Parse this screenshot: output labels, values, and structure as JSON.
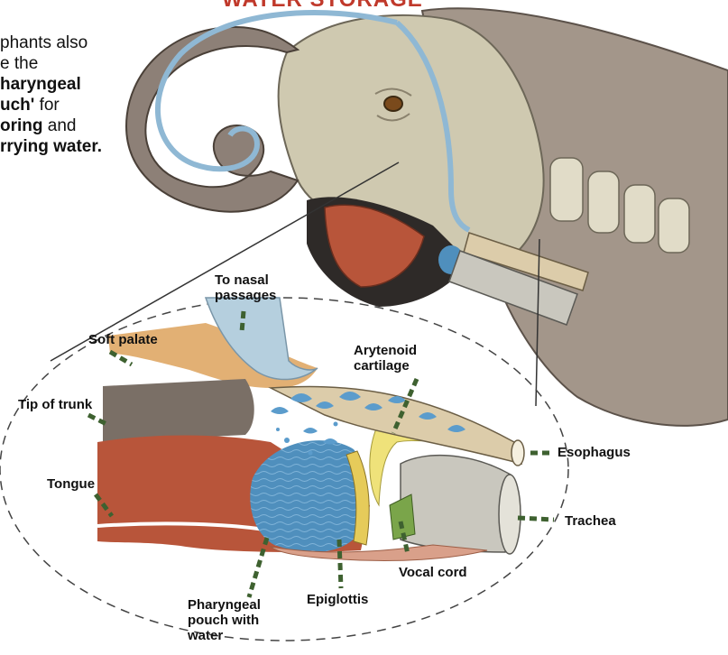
{
  "title": "WATER STORAGE",
  "intro": {
    "line1": "phants also",
    "line2": "e the",
    "line3": "haryngeal",
    "line4": "uch'",
    "line4b": " for",
    "line5": "oring",
    "line5b": " and",
    "line6": "rrying water."
  },
  "labels": {
    "to_nasal": "To nasal",
    "passages": "passages",
    "soft_palate": "Soft palate",
    "tip_of_trunk": "Tip of trunk",
    "tongue": "Tongue",
    "arytenoid": "Arytenoid",
    "cartilage": "cartilage",
    "esophagus": "Esophagus",
    "trachea": "Trachea",
    "vocal_cord": "Vocal cord",
    "epiglottis": "Epiglottis",
    "pharyngeal": "Pharyngeal",
    "pouch_with": "pouch with",
    "water": "water"
  },
  "colors": {
    "title": "#c0392b",
    "skin": "#a3968a",
    "head": "#cfc9b0",
    "muscle": "#b8553a",
    "water": "#4f8fbd",
    "trachea": "#c9c7be",
    "esophagus": "#dcccaa",
    "leader": "#3e6130"
  }
}
